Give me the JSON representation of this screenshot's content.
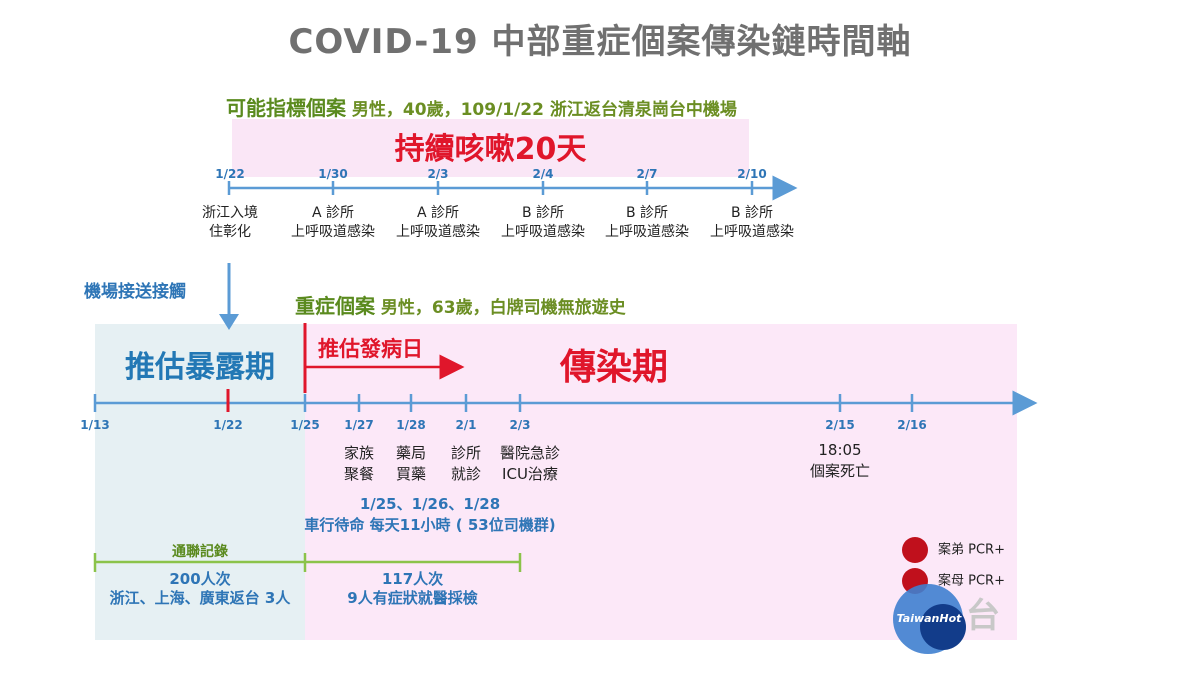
{
  "title": "COVID-19 中部重症個案傳染鏈時間軸",
  "index_case": {
    "label": "可能指標個案",
    "detail": "男性，40歲，109/1/22 浙江返台清泉崗台中機場",
    "cough": "持續咳嗽20天",
    "ticks": [
      "1/22",
      "1/30",
      "2/3",
      "2/4",
      "2/7",
      "2/10"
    ],
    "events": [
      [
        "浙江入境",
        "住彰化"
      ],
      [
        "A 診所",
        "上呼吸道感染"
      ],
      [
        "A 診所",
        "上呼吸道感染"
      ],
      [
        "B 診所",
        "上呼吸道感染"
      ],
      [
        "B 診所",
        "上呼吸道感染"
      ],
      [
        "B 診所",
        "上呼吸道感染"
      ]
    ]
  },
  "contact_label": "機場接送接觸",
  "severe_case": {
    "label": "重症個案",
    "detail": "男性，63歲，白牌司機無旅遊史"
  },
  "periods": {
    "exposure": "推估暴露期",
    "onset": "推估發病日",
    "infectious": "傳染期"
  },
  "main_ticks": [
    "1/13",
    "1/22",
    "1/25",
    "1/27",
    "1/28",
    "2/1",
    "2/3",
    "2/15",
    "2/16"
  ],
  "main_events": [
    {
      "lines": [
        "家族",
        "聚餐"
      ]
    },
    {
      "lines": [
        "藥局",
        "買藥"
      ]
    },
    {
      "lines": [
        "診所",
        "就診"
      ]
    },
    {
      "lines": [
        "醫院急診",
        "ICU治療"
      ]
    },
    {
      "lines": [
        "18:05",
        "個案死亡"
      ]
    }
  ],
  "driver": {
    "dates": "1/25、1/26、1/28",
    "text": "車行待命 每天11小時 ( 53位司機群)"
  },
  "call_records": {
    "label": "通聯記錄",
    "left_count": "200人次",
    "left_text": "浙江、上海、廣東返台 3人",
    "right_count": "117人次",
    "right_text": "9人有症狀就醫採檢"
  },
  "legend": [
    {
      "label": "案弟 PCR+"
    },
    {
      "label": "案母 PCR+"
    }
  ],
  "watermark": {
    "text": "TaiwanHot",
    "char": "台"
  },
  "colors": {
    "axis": "#5b9bd5",
    "red": "#e0162b",
    "green": "#5a8a1e",
    "blue": "#2e75b6"
  }
}
